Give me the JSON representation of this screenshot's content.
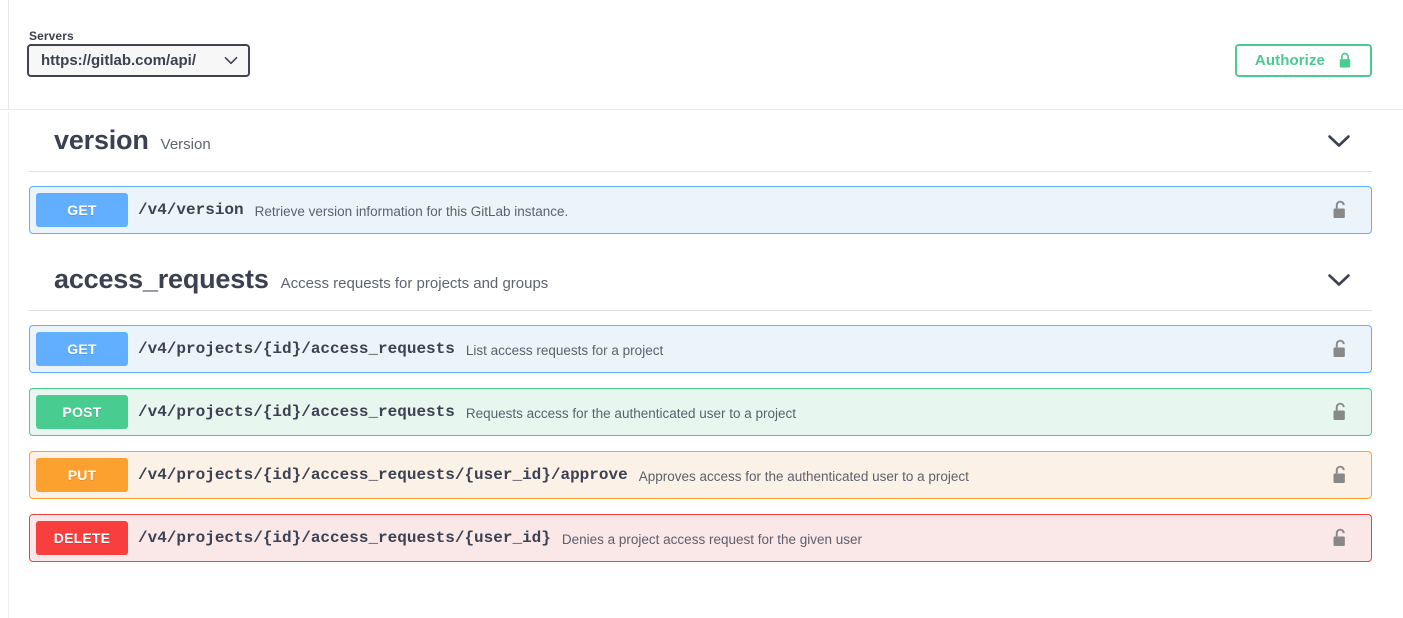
{
  "servers": {
    "label": "Servers",
    "selected": "https://gitlab.com/api/",
    "chevron_icon": "chevron-down-icon"
  },
  "authorize": {
    "label": "Authorize",
    "icon": "lock-closed-icon",
    "accent_color": "#49cc90"
  },
  "method_colors": {
    "get": "#61affe",
    "post": "#49cc90",
    "put": "#fca130",
    "delete": "#f93e3e"
  },
  "sections": [
    {
      "name": "version",
      "description": "Version",
      "arrow_icon": "chevron-down-icon",
      "operations": [
        {
          "method": "GET",
          "method_class": "get",
          "path": "/v4/version",
          "summary": "Retrieve version information for this GitLab instance.",
          "lock_icon": "lock-open-icon"
        }
      ]
    },
    {
      "name": "access_requests",
      "description": "Access requests for projects and groups",
      "arrow_icon": "chevron-down-icon",
      "operations": [
        {
          "method": "GET",
          "method_class": "get",
          "path": "/v4/projects/{id}/access_requests",
          "summary": "List access requests for a project",
          "lock_icon": "lock-open-icon"
        },
        {
          "method": "POST",
          "method_class": "post",
          "path": "/v4/projects/{id}/access_requests",
          "summary": "Requests access for the authenticated user to a project",
          "lock_icon": "lock-open-icon"
        },
        {
          "method": "PUT",
          "method_class": "put",
          "path": "/v4/projects/{id}/access_requests/{user_id}/approve",
          "summary": "Approves access for the authenticated user to a project",
          "lock_icon": "lock-open-icon"
        },
        {
          "method": "DELETE",
          "method_class": "delete",
          "path": "/v4/projects/{id}/access_requests/{user_id}",
          "summary": "Denies a project access request for the given user",
          "lock_icon": "lock-open-icon"
        }
      ]
    }
  ]
}
